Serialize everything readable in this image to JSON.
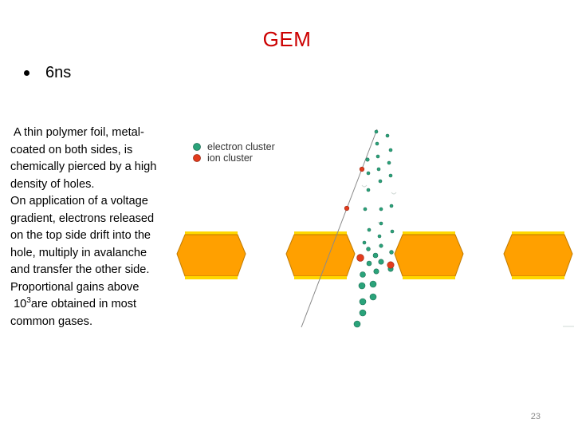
{
  "slide": {
    "title": "GEM",
    "bullet": "6ns",
    "description_lines": [
      "A thin polymer foil, metal-",
      "coated on both sides, is",
      "chemically pierced by a high",
      "density of holes.",
      "On application of a voltage",
      "gradient, electrons released",
      "on the top side drift into the",
      "hole, multiply in avalanche",
      "and transfer the other side.",
      "Proportional gains above"
    ],
    "gain_exponent_base": "10",
    "gain_exponent": "3",
    "gain_suffix": "are obtained in most",
    "last_line": "common gases.",
    "page_number": "23"
  },
  "diagram": {
    "legend": [
      {
        "label": "electron cluster",
        "color": "#2aa37a"
      },
      {
        "label": "ion cluster",
        "color": "#e23b1d"
      }
    ],
    "colors": {
      "foil_body": "#ffa000",
      "foil_coating": "#ffd800",
      "foil_outline": "#c07a00",
      "track": "#8a8a8a"
    }
  }
}
